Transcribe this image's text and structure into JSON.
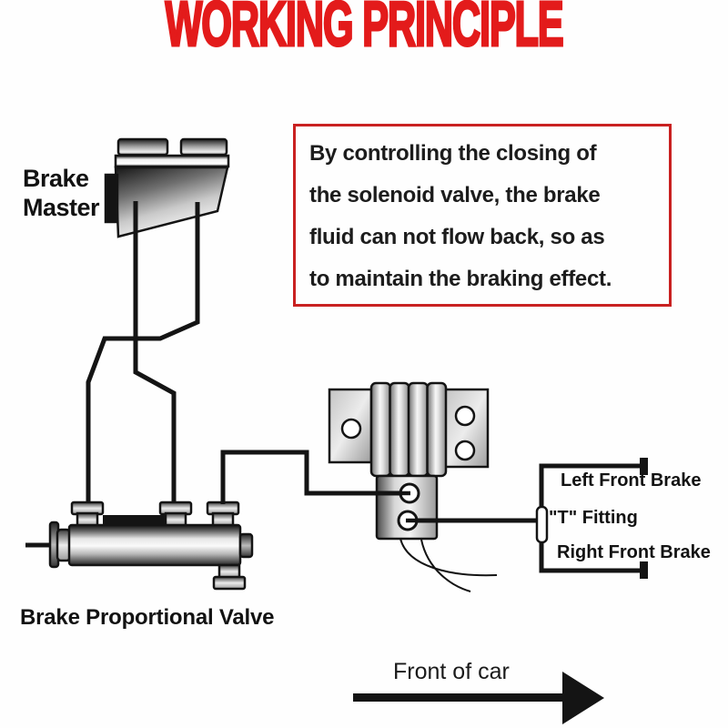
{
  "title": {
    "text": "WORKING PRINCIPLE"
  },
  "colors": {
    "title_red": "#e31b1b",
    "box_border_red": "#c92121",
    "line_black": "#141414",
    "background": "#fefefe"
  },
  "info_box": {
    "lines": [
      "By controlling the closing of",
      "the solenoid valve, the brake",
      "fluid can not flow back, so as",
      "to maintain the braking effect."
    ]
  },
  "labels": {
    "brake_master_line1": "Brake",
    "brake_master_line2": "Master",
    "proportional_valve": "Brake Proportional Valve",
    "left_front_brake": "Left Front Brake",
    "t_fitting": "\"T\" Fitting",
    "right_front_brake": "Right Front Brake",
    "front_of_car": "Front of car"
  },
  "diagram": {
    "parts": [
      "brake-master",
      "brake-lines",
      "brake-proportional-valve",
      "solenoid-valve",
      "solenoid-wires",
      "t-fitting",
      "front-of-car-arrow"
    ]
  }
}
